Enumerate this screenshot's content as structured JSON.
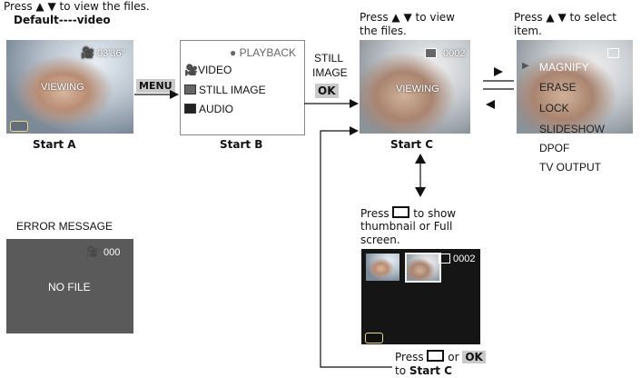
{
  "startA": {
    "top_text": "Press ▲ ▼ to view the files.",
    "subtitle": "Default----video",
    "time": "03'36\"",
    "overlay": "VIEWING",
    "caption": "Start A"
  },
  "menu_label": "MENU",
  "startB": {
    "playback": "● PLAYBACK",
    "items": [
      "VIDEO",
      "STILL IMAGE",
      "AUDIO"
    ],
    "caption": "Start B"
  },
  "still_image": {
    "line1": "STILL",
    "line2": "IMAGE",
    "ok": "OK"
  },
  "startC": {
    "top_text_1": "Press ▲ ▼ to view",
    "top_text_2": "the files.",
    "counter": "0002",
    "overlay": "VIEWING",
    "caption": "Start C"
  },
  "select": {
    "top_text_1": "Press ▲ ▼ to select",
    "top_text_2": "item.",
    "items": [
      "MAGNIFY",
      "ERASE",
      "LOCK",
      "SLIDESHOW",
      "DPOF",
      "TV OUTPUT"
    ]
  },
  "error": {
    "title": "ERROR MESSAGE",
    "counter": "000",
    "message": "NO FILE"
  },
  "thumb": {
    "text_1a": "Press ",
    "text_1b": " to show",
    "text_2": "thumbnail or Full",
    "text_3": "screen.",
    "counter": "0002",
    "bottom_1a": "Press ",
    "bottom_1b": " or ",
    "bottom_ok": "OK",
    "bottom_2a": "to ",
    "bottom_2b": "Start C"
  }
}
